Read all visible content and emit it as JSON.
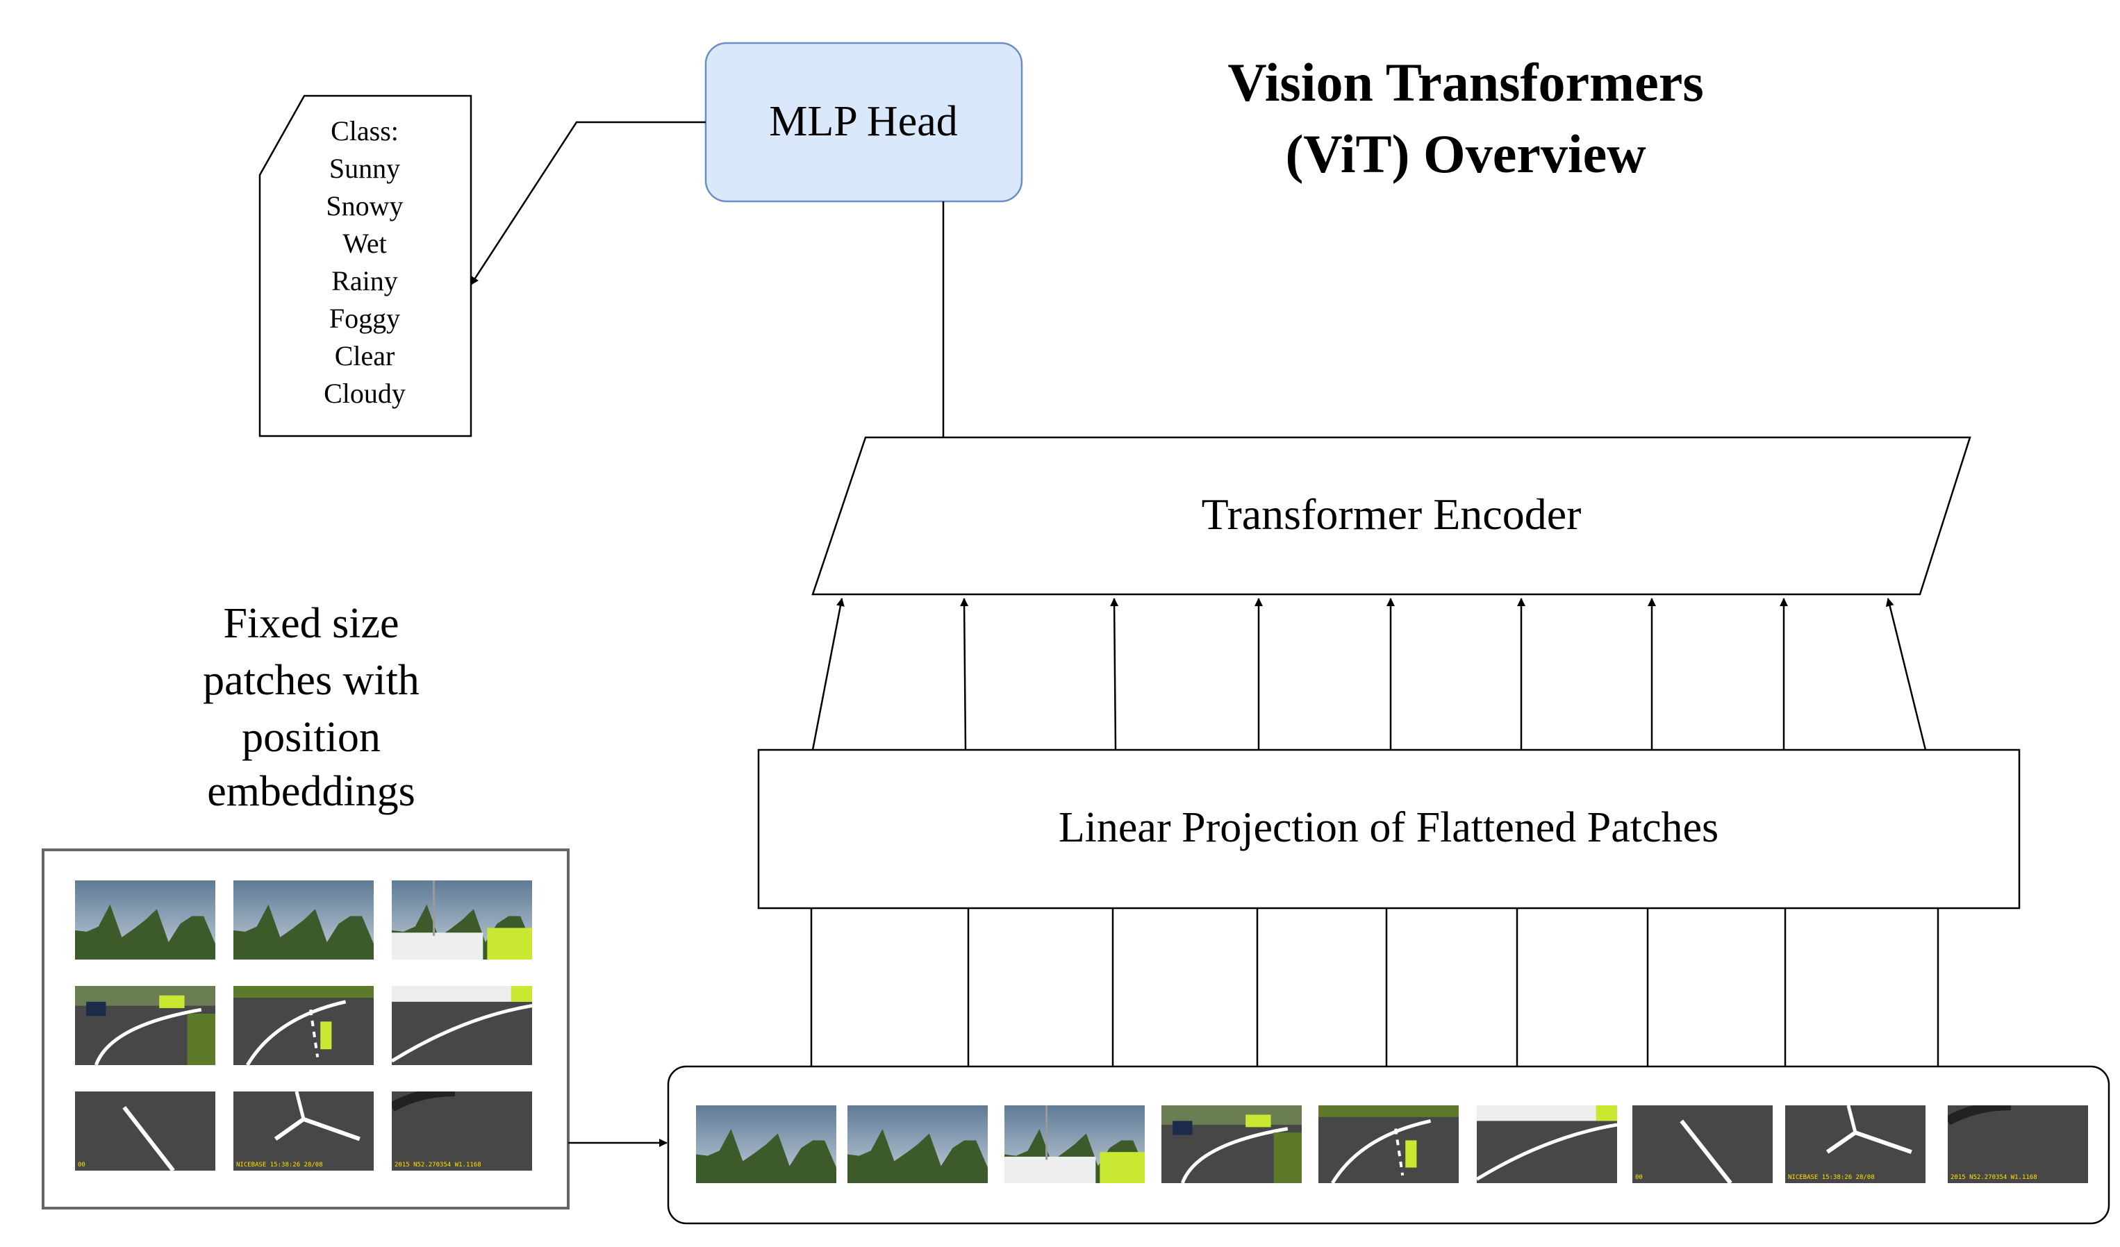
{
  "title": {
    "line1": "Vision Transformers",
    "line2": "(ViT) Overview"
  },
  "mlp_head": {
    "label": "MLP Head",
    "fill": "#dae8fc",
    "stroke": "#6c8ebf"
  },
  "class_card": {
    "lines": [
      "Class:",
      "Sunny",
      "Snowy",
      "Wet",
      "Rainy",
      "Foggy",
      "Clear",
      "Cloudy"
    ]
  },
  "encoder": {
    "label": "Transformer Encoder"
  },
  "projection": {
    "label": "Linear Projection of Flattened Patches"
  },
  "patches_caption": {
    "lines": [
      "Fixed size",
      "patches with",
      "position",
      "embeddings"
    ]
  },
  "patch_grid": {
    "rows": 3,
    "cols": 3,
    "patch_styles": [
      "sky",
      "sky",
      "sky-truck",
      "road-car",
      "road-markings",
      "road-curve",
      "asphalt-line",
      "asphalt-mark-ts",
      "asphalt-ts"
    ],
    "timestamp_texts": [
      "",
      "",
      "",
      "",
      "",
      "",
      "00",
      "NICEBASE 15:38:26 28/08",
      "2015 N52.270354 W1.1168"
    ]
  },
  "patch_sequence": {
    "patch_styles": [
      "sky",
      "sky",
      "sky-truck",
      "road-car",
      "road-markings",
      "road-curve",
      "asphalt-line",
      "asphalt-mark-ts",
      "asphalt-ts"
    ],
    "timestamp_texts": [
      "",
      "",
      "",
      "",
      "",
      "",
      "00",
      "NICEBASE 15:38:26 28/08",
      "2015 N52.270354 W1.1168"
    ]
  },
  "colors": {
    "sky": "#8faabf",
    "trees": "#3d5a2b",
    "road": "#474747",
    "marking": "#ffffff",
    "truck": "#c9e832",
    "timestamp": "#ffe200"
  }
}
